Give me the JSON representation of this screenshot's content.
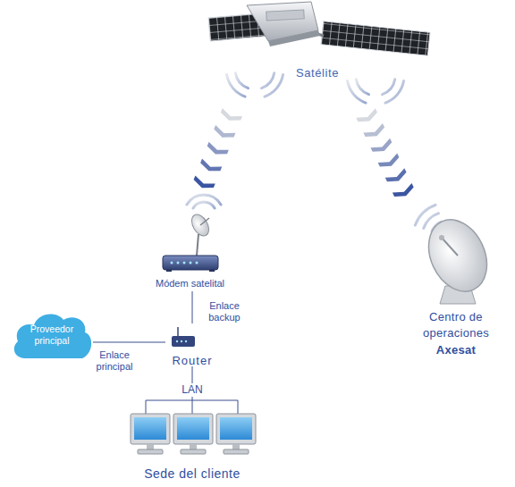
{
  "diagram": {
    "nodes": [
      {
        "text": [
          "Satélite"
        ]
      },
      {
        "text": [
          "Módem satelital"
        ]
      },
      {
        "text": [
          "Centro de operaciones",
          "Axesat"
        ]
      },
      {
        "text": [
          "Proveedor principal"
        ]
      },
      {
        "text": [
          "Router"
        ]
      },
      {
        "text": [
          "Sede del cliente"
        ]
      }
    ],
    "edges": [
      {
        "from": 0,
        "to": 1,
        "arrow": "to"
      },
      {
        "from": 0,
        "to": 2,
        "arrow": "to"
      },
      {
        "from": 3,
        "to": 4,
        "arrow": "none",
        "label": "Enlace principal"
      },
      {
        "from": 1,
        "to": 4,
        "arrow": "none",
        "label": "Enlace backup"
      },
      {
        "from": 4,
        "to": 5,
        "arrow": "none",
        "label": "LAN"
      }
    ]
  }
}
